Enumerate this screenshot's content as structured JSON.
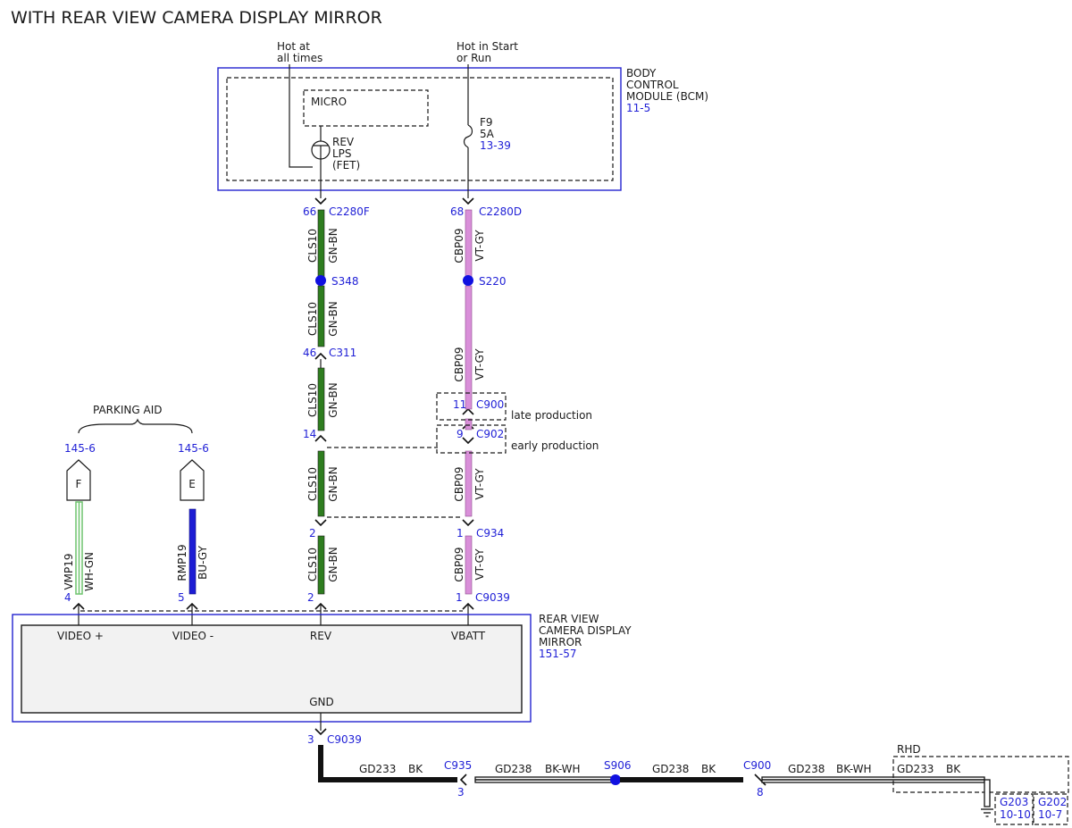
{
  "title": "WITH REAR VIEW CAMERA DISPLAY MIRROR",
  "bcm": {
    "name_lines": [
      "BODY",
      "CONTROL",
      "MODULE (BCM)"
    ],
    "ref": "11-5",
    "micro": "MICRO",
    "fet_lines": [
      "REV",
      "LPS",
      "(FET)"
    ],
    "fuse_name": "F9",
    "fuse_rating": "5A",
    "fuse_ref": "13-39",
    "hot_at_all_times": [
      "Hot at",
      "all times"
    ],
    "hot_in_start": [
      "Hot in Start",
      "or Run"
    ]
  },
  "mirror": {
    "name_lines": [
      "REAR VIEW",
      "CAMERA DISPLAY",
      "MIRROR"
    ],
    "ref": "151-57",
    "pins": [
      "VIDEO +",
      "VIDEO -",
      "REV",
      "VBATT",
      "GND"
    ]
  },
  "parking_aid": {
    "label": "PARKING AID",
    "f": {
      "letter": "F",
      "ref": "145-6",
      "pin": "4",
      "circuit": "VMP19",
      "color": "WH-GN"
    },
    "e": {
      "letter": "E",
      "ref": "145-6",
      "pin": "5",
      "circuit": "RMP19",
      "color": "BU-GY"
    }
  },
  "rev_wire": {
    "circuit": "CLS10",
    "color": "GN-BN",
    "c2280f_pin": "66",
    "c2280f": "C2280F",
    "splice": "S348",
    "c311_pin": "46",
    "c311": "C311",
    "pin14": "14",
    "c934_pin": "2",
    "c9039_pin": "2"
  },
  "vbatt_wire": {
    "circuit": "CBP09",
    "color": "VT-GY",
    "c2280d_pin": "68",
    "c2280d": "C2280D",
    "splice": "S220",
    "c900_pin": "11",
    "c900": "C900",
    "late": "late production",
    "c902_pin": "9",
    "c902": "C902",
    "early": "early production",
    "c934_pin": "1",
    "c934": "C934",
    "c9039_pin": "1",
    "c9039": "C9039"
  },
  "gnd_wire": {
    "c9039_pin": "3",
    "c9039": "C9039",
    "seg1_circuit": "GD233",
    "seg1_color": "BK",
    "c935": "C935",
    "c935_pin": "3",
    "seg2_circuit": "GD238",
    "seg2_color": "BK-WH",
    "splice": "S906",
    "seg3_circuit": "GD238",
    "seg3_color": "BK",
    "c900": "C900",
    "c900_pin": "8",
    "seg4_circuit": "GD238",
    "seg4_color": "BK-WH",
    "rhd": "RHD",
    "rhd_circuit": "GD233",
    "rhd_color": "BK",
    "g203": "G203",
    "g203_ref": "10-10",
    "g202": "G202",
    "g202_ref": "10-7"
  },
  "colors": {
    "green_wire": "#2e7d1f",
    "violet_wire": "#d98fd9",
    "blue_wire": "#1c1cd4",
    "wh_gn_wire": "#6fc46f",
    "ref_text": "#1f1fd6",
    "splice_dot": "#1010e0"
  }
}
